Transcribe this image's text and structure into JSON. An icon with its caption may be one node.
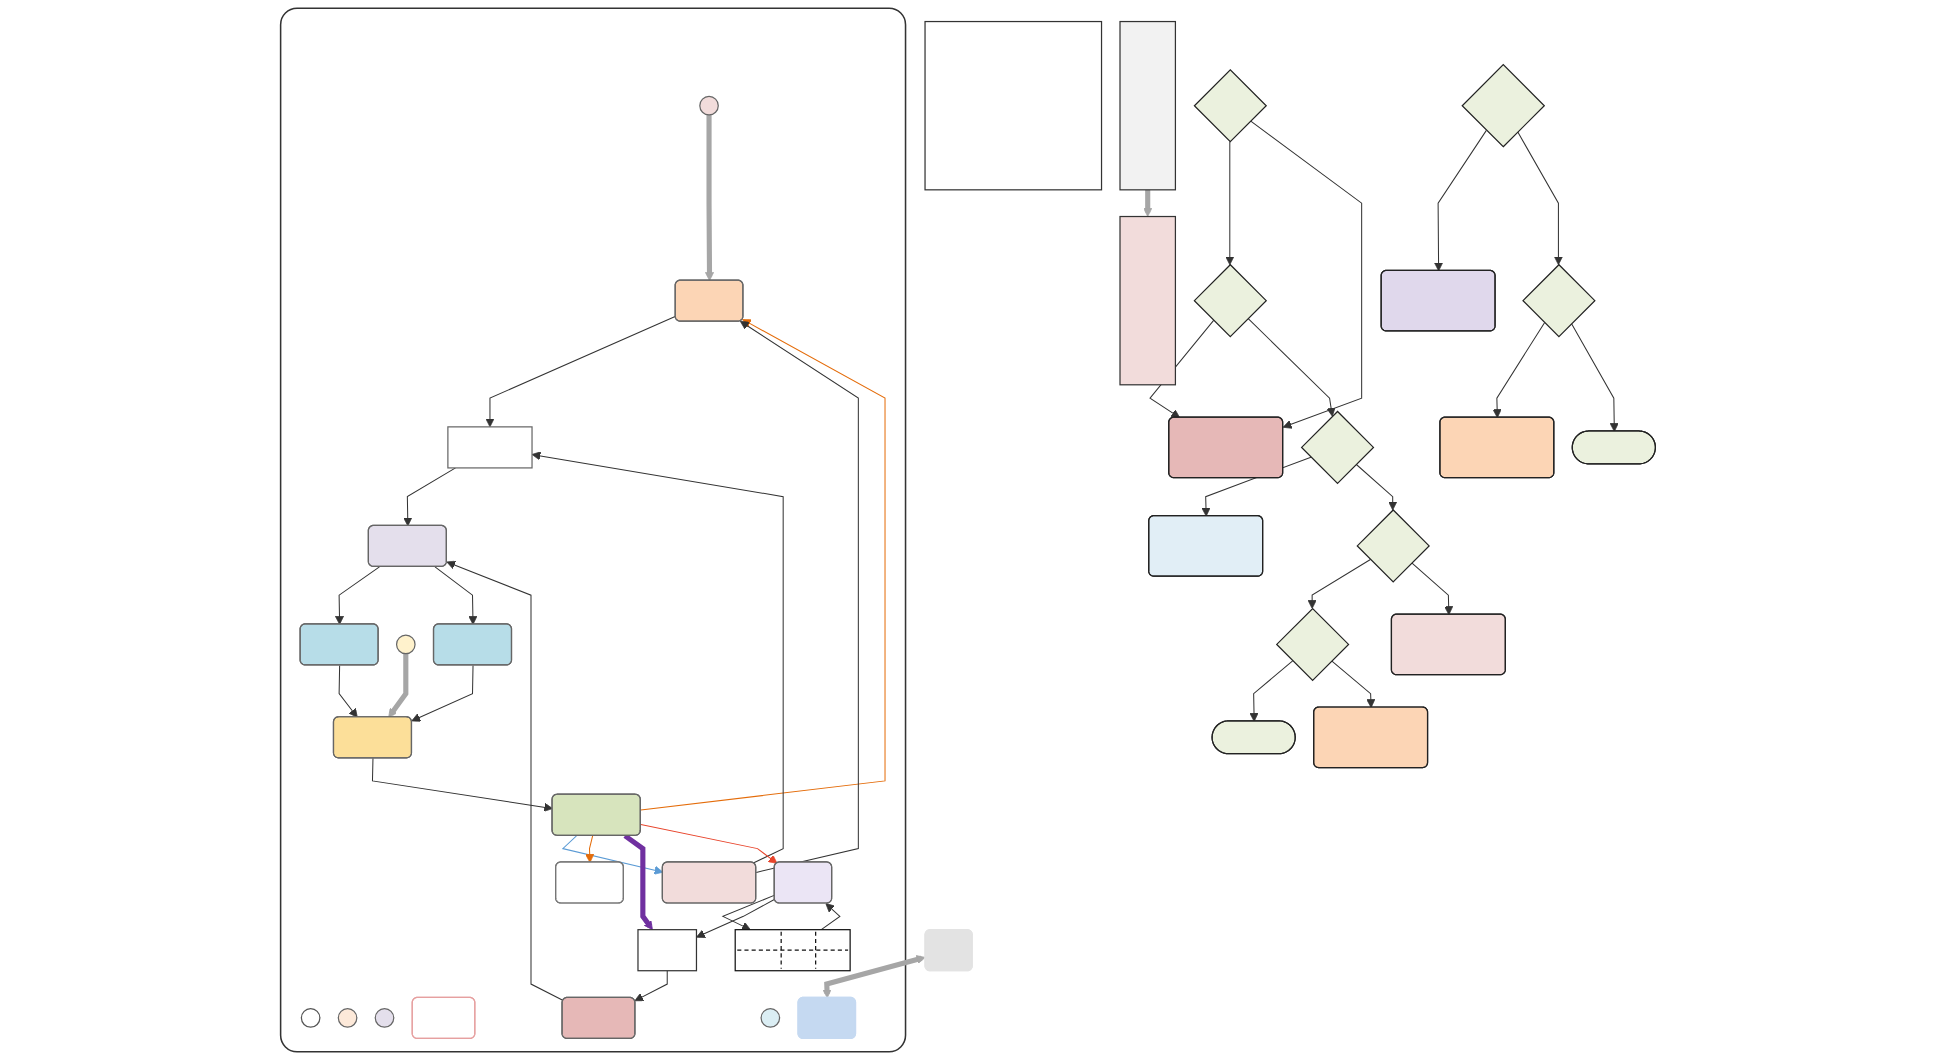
{
  "diagram": {
    "nodes": [
      {
        "text": [],
        "shape": "box"
      },
      {
        "text": [],
        "shape": "circle",
        "in": 0
      },
      {
        "text": [],
        "shape": "circle",
        "in": 0
      },
      {
        "text": [],
        "shape": "box",
        "in": 0
      },
      {
        "text": [],
        "shape": "circle",
        "in": 0
      },
      {
        "text": [],
        "shape": "circle",
        "in": 0
      },
      {
        "text": [],
        "shape": "box",
        "in": 0
      },
      {
        "text": [],
        "shape": "box",
        "in": 0
      },
      {
        "text": [],
        "shape": "box",
        "in": 0
      },
      {
        "text": [],
        "shape": "box"
      },
      {
        "text": [],
        "shape": "box",
        "in": 0
      },
      {
        "text": [],
        "shape": "circle",
        "in": 0
      },
      {
        "text": [],
        "shape": "box",
        "in": 0
      },
      {
        "text": [],
        "shape": "box",
        "in": 0
      },
      {
        "text": [],
        "shape": "box",
        "in": 0
      },
      {
        "text": [],
        "shape": "circle",
        "in": 0
      },
      {
        "text": [],
        "shape": "box",
        "in": 0
      },
      {
        "text": [],
        "shape": "box",
        "in": 0
      },
      {
        "text": [],
        "shape": "box",
        "in": 0
      },
      {
        "text": [],
        "shape": "box",
        "in": 0
      },
      {
        "text": [],
        "shape": "box",
        "in": 0
      },
      {
        "text": [],
        "shape": "table",
        "in": 0
      },
      {
        "text": [],
        "shape": "box",
        "in": 0
      },
      {
        "text": [],
        "shape": "box"
      },
      {
        "text": [],
        "shape": "box"
      },
      {
        "text": [],
        "shape": "box"
      },
      {
        "text": [],
        "shape": "diamond"
      },
      {
        "text": [],
        "shape": "box"
      },
      {
        "text": [],
        "shape": "diamond"
      },
      {
        "text": [],
        "shape": "box"
      },
      {
        "text": [],
        "shape": "diamond"
      },
      {
        "text": [],
        "shape": "stadium"
      },
      {
        "text": [],
        "shape": "diamond"
      },
      {
        "text": [],
        "shape": "box"
      },
      {
        "text": [],
        "shape": "diamond"
      },
      {
        "text": [],
        "shape": "box"
      },
      {
        "text": [],
        "shape": "diamond"
      },
      {
        "text": [],
        "shape": "box"
      },
      {
        "text": [],
        "shape": "diamond"
      },
      {
        "text": [],
        "shape": "box"
      },
      {
        "text": [],
        "shape": "stadium"
      }
    ],
    "edges": [
      {
        "from": 2,
        "to": 3,
        "arrow": "to",
        "style": "thick",
        "color": "#a6a6a6"
      },
      {
        "from": 3,
        "to": 6,
        "arrow": "to"
      },
      {
        "from": 6,
        "to": 14,
        "arrow": "to"
      },
      {
        "from": 9,
        "to": 10,
        "arrow": "both",
        "style": "thick",
        "color": "#a6a6a6"
      },
      {
        "from": 13,
        "to": 14,
        "arrow": "to"
      },
      {
        "from": 14,
        "to": 12,
        "arrow": "to"
      },
      {
        "from": 14,
        "to": 19,
        "arrow": "to"
      },
      {
        "from": 12,
        "to": 16,
        "arrow": "to"
      },
      {
        "from": 19,
        "to": 16,
        "arrow": "to"
      },
      {
        "from": 15,
        "to": 16,
        "arrow": "to",
        "style": "thick",
        "color": "#a6a6a6"
      },
      {
        "from": 16,
        "to": 17,
        "arrow": "to"
      },
      {
        "from": 17,
        "to": 18,
        "arrow": "to",
        "color": "#5b9bd5"
      },
      {
        "from": 17,
        "to": 3,
        "arrow": "to",
        "color": "#e46c0a"
      },
      {
        "from": 17,
        "to": 7,
        "arrow": "to",
        "color": "#e46c0a"
      },
      {
        "from": 18,
        "to": 3,
        "arrow": "to"
      },
      {
        "from": 18,
        "to": 6,
        "arrow": "to"
      },
      {
        "from": 17,
        "to": 22,
        "arrow": "to",
        "style": "thick",
        "color": "#7030a0"
      },
      {
        "from": 17,
        "to": 20,
        "arrow": "to",
        "color": "#e8452c"
      },
      {
        "from": 20,
        "to": 21,
        "arrow": "to"
      },
      {
        "from": 21,
        "to": 20,
        "arrow": "to"
      },
      {
        "from": 20,
        "to": 22,
        "arrow": "to"
      },
      {
        "from": 22,
        "to": 13,
        "arrow": "to"
      },
      {
        "from": 24,
        "to": 25,
        "arrow": "to",
        "style": "thick",
        "color": "#a6a6a6"
      },
      {
        "from": 26,
        "to": 28,
        "arrow": "to"
      },
      {
        "from": 26,
        "to": 27,
        "arrow": "to"
      },
      {
        "from": 28,
        "to": 27,
        "arrow": "to"
      },
      {
        "from": 28,
        "to": 30,
        "arrow": "to"
      },
      {
        "from": 30,
        "to": 29,
        "arrow": "to"
      },
      {
        "from": 30,
        "to": 34,
        "arrow": "to"
      },
      {
        "from": 34,
        "to": 32,
        "arrow": "to"
      },
      {
        "from": 32,
        "to": 31,
        "arrow": "to"
      },
      {
        "from": 32,
        "to": 33,
        "arrow": "to"
      },
      {
        "from": 34,
        "to": 35,
        "arrow": "to"
      },
      {
        "from": 36,
        "to": 37,
        "arrow": "to"
      },
      {
        "from": 36,
        "to": 38,
        "arrow": "to"
      },
      {
        "from": 38,
        "to": 39,
        "arrow": "to"
      },
      {
        "from": 38,
        "to": 40,
        "arrow": "to"
      }
    ]
  }
}
